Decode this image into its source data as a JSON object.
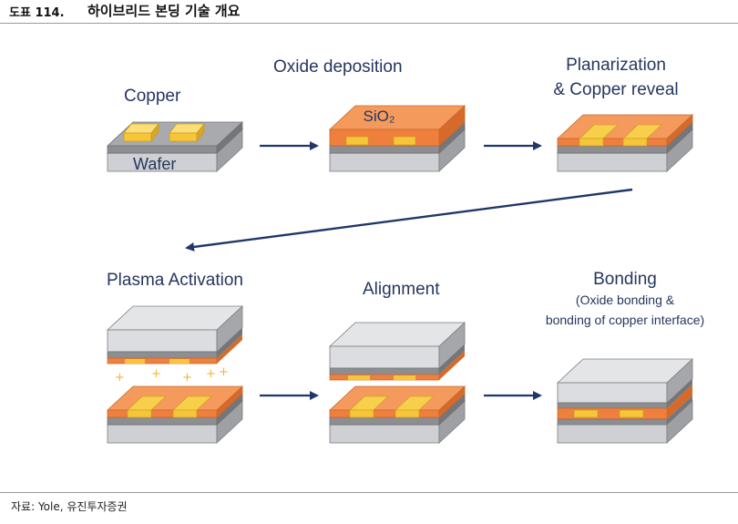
{
  "header": {
    "figure_label": "도표 114.",
    "title": "하이브리드 본딩 기술 개요"
  },
  "colors": {
    "wafer_top": "#e4e5e7",
    "wafer_front": "#cfd0d3",
    "layer_gray": "#8d8e92",
    "oxide": "#f08a4b",
    "copper_pad": "#f5c53a",
    "label_text": "#26365e",
    "arrow": "#1f3769"
  },
  "steps": {
    "copper": {
      "label": "Copper",
      "wafer_label": "Wafer"
    },
    "oxide": {
      "label": "Oxide deposition",
      "layer_label": "SiO₂"
    },
    "planarization": {
      "line1": "Planarization",
      "line2": "& Copper reveal"
    },
    "plasma": {
      "label": "Plasma Activation"
    },
    "alignment": {
      "label": "Alignment"
    },
    "bonding": {
      "line1": "Bonding",
      "line2": "(Oxide bonding &",
      "line3": "bonding of copper interface)"
    }
  },
  "footer": {
    "source": "자료: Yole, 유진투자증권"
  }
}
